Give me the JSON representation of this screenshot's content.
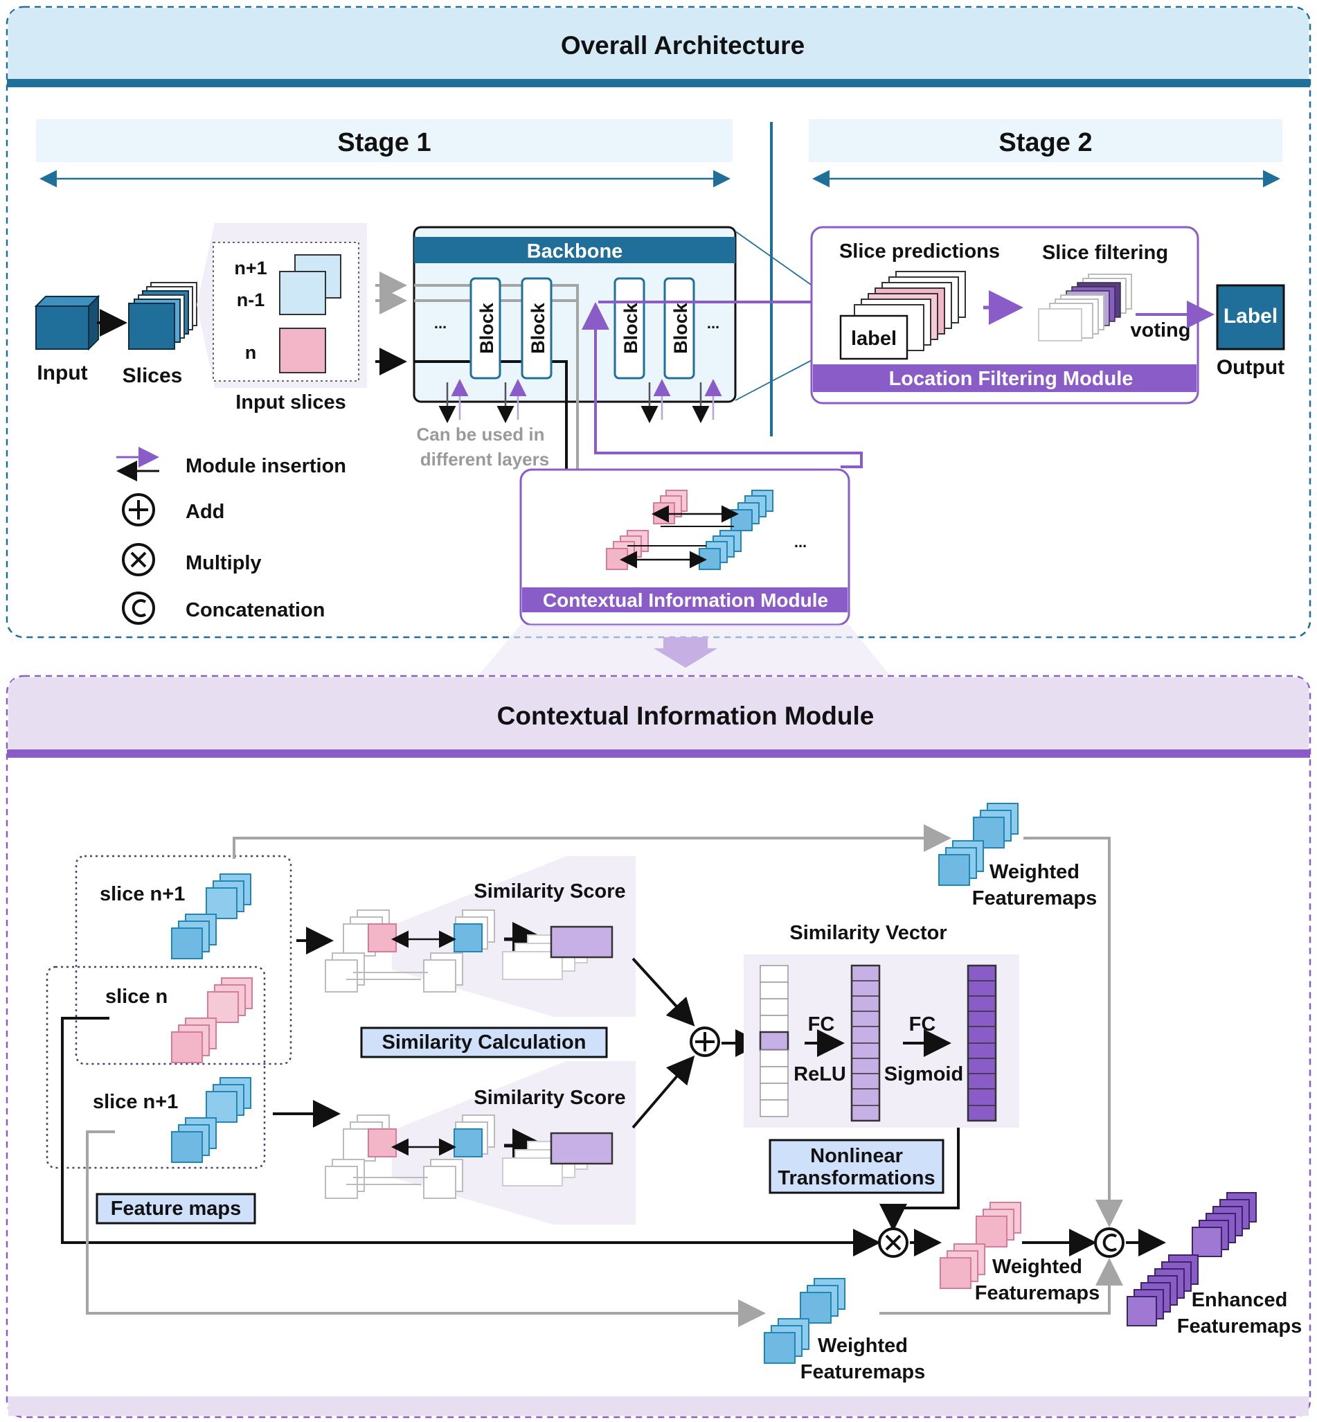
{
  "colors": {
    "blue": "#1f6f9a",
    "purple": "#8a5cc8",
    "light_blue": "#cfe8f7",
    "pink": "#f3b6c8",
    "light_purple": "#e7def2",
    "gray": "#a5a5a5"
  },
  "top": {
    "title": "Overall Architecture",
    "stage1": "Stage 1",
    "stage2": "Stage 2",
    "input": "Input",
    "slices": "Slices",
    "slice_np1": "n+1",
    "slice_nm1": "n-1",
    "slice_n": "n",
    "input_slices": "Input slices",
    "backbone": "Backbone",
    "block": "Block",
    "ellipsis": "...",
    "layers_note_1": "Can be used in",
    "layers_note_2": "different layers",
    "slice_predictions": "Slice predictions",
    "slice_filtering": "Slice filtering",
    "label_small": "label",
    "voting": "voting",
    "label_out": "Label",
    "output": "Output",
    "lfm": "Location Filtering Module",
    "cim": "Contextual Information Module",
    "legend": {
      "module_insertion": "Module insertion",
      "add": "Add",
      "multiply": "Multiply",
      "concatenation": "Concatenation"
    }
  },
  "bottom": {
    "title": "Contextual Information Module",
    "slice_np1_a": "slice n+1",
    "slice_n": "slice n",
    "slice_np1_b": "slice n+1",
    "feature_maps": "Feature maps",
    "similarity_score": "Similarity Score",
    "similarity_calculation": "Similarity Calculation",
    "similarity_vector": "Similarity Vector",
    "fc": "FC",
    "relu": "ReLU",
    "sigmoid": "Sigmoid",
    "nonlinear_1": "Nonlinear",
    "nonlinear_2": "Transformations",
    "weighted": "Weighted",
    "featuremaps": "Featuremaps",
    "enhanced": "Enhanced"
  }
}
